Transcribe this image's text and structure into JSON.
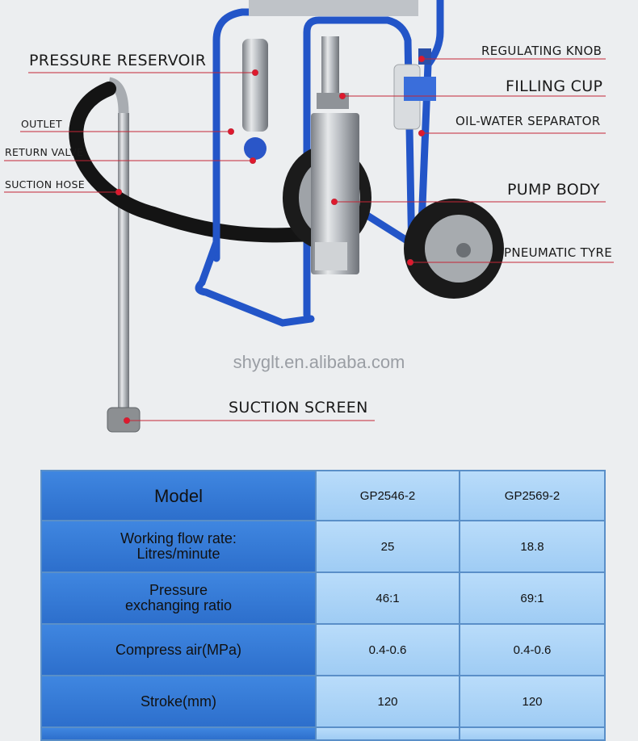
{
  "labels": {
    "pressure_reservoir": "PRESSURE RESERVOIR",
    "outlet": "OUTLET",
    "return_valve": "RETURN VALVE",
    "suction_hose": "SUCTION HOSE",
    "regulating_knob": "REGULATING KNOB",
    "filling_cup": "FILLING CUP",
    "oil_water_separator": "OIL-WATER SEPARATOR",
    "pump_body": "PUMP BODY",
    "pneumatic_tyre": "PNEUMATIC TYRE",
    "suction_screen": "SUCTION SCREEN"
  },
  "watermark": "shyglt.en.alibaba.com",
  "colors": {
    "frame": "#1f55c8",
    "pointer": "#e0182d",
    "table_head": "#3b80dc",
    "table_value": "#ade0fa"
  },
  "table": {
    "header": {
      "label": "Model",
      "col1": "GP2546-2",
      "col2": "GP2569-2"
    },
    "rows": [
      {
        "label_line1": "Working flow rate:",
        "label_line2": "Litres/minute",
        "col1": "25",
        "col2": "18.8"
      },
      {
        "label_line1": "Pressure",
        "label_line2": "exchanging ratio",
        "col1": "46:1",
        "col2": "69:1"
      },
      {
        "label_line1": "Compress air(MPa)",
        "label_line2": "",
        "col1": "0.4-0.6",
        "col2": "0.4-0.6"
      },
      {
        "label_line1": "Stroke(mm)",
        "label_line2": "",
        "col1": "120",
        "col2": "120"
      }
    ]
  }
}
